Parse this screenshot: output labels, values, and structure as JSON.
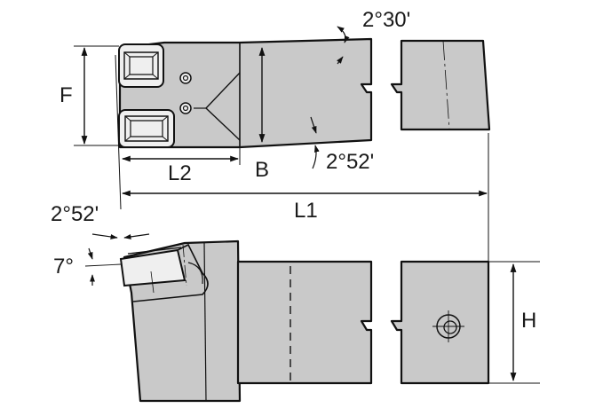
{
  "labels": {
    "F": "F",
    "L2": "L2",
    "B": "B",
    "L1": "L1",
    "H": "H",
    "angle_top_shank": "2°30'",
    "angle_top_bottom": "2°52'",
    "angle_side_top": "2°52'",
    "angle_side_rake": "7°"
  },
  "colors": {
    "body_fill": "#c9c9c9",
    "insert_fill": "#efefef",
    "line": "#111111"
  }
}
